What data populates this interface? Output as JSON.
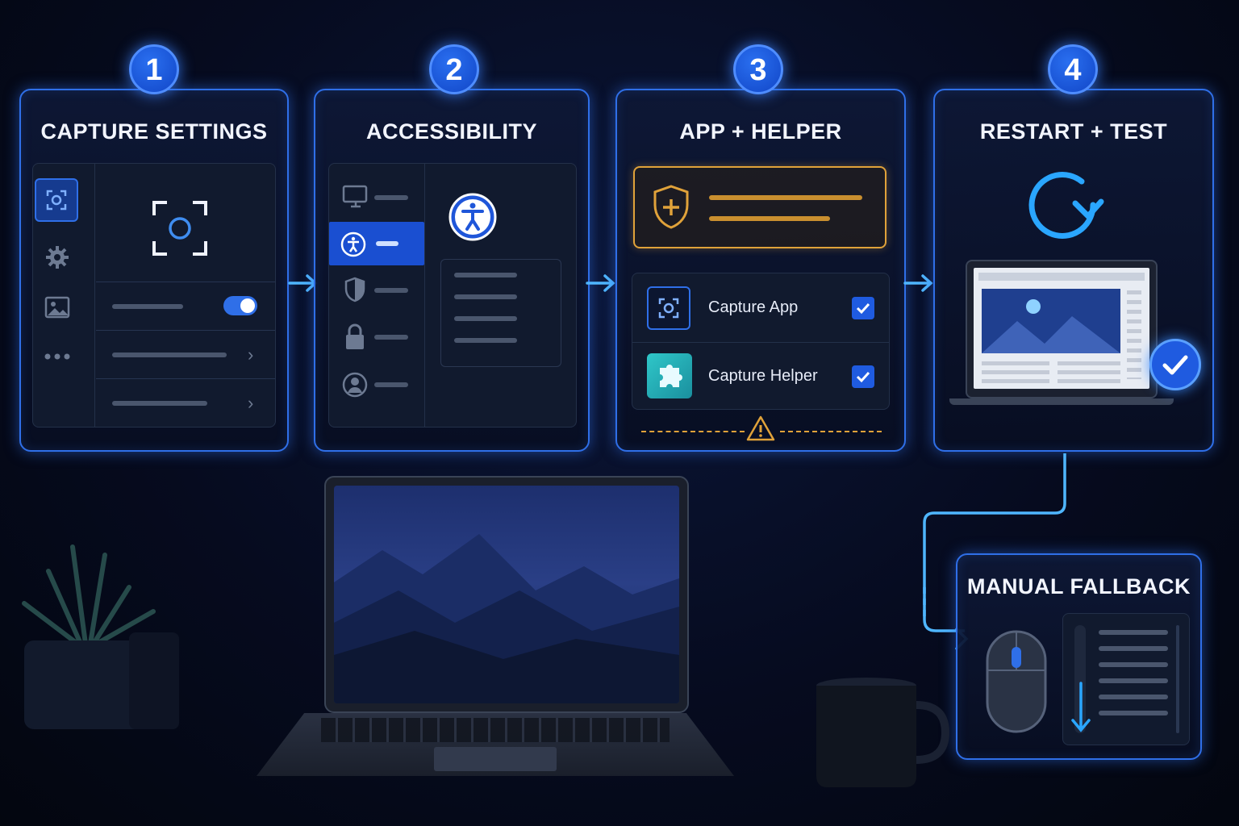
{
  "steps": [
    {
      "number": "1",
      "title": "CAPTURE SETTINGS"
    },
    {
      "number": "2",
      "title": "ACCESSIBILITY"
    },
    {
      "number": "3",
      "title": "APP + HELPER"
    },
    {
      "number": "4",
      "title": "RESTART + TEST"
    }
  ],
  "apps": [
    {
      "name": "Capture App",
      "checked": true,
      "icon": "capture-icon"
    },
    {
      "name": "Capture Helper",
      "checked": true,
      "icon": "puzzle-icon"
    }
  ],
  "fallback": {
    "title": "MANUAL FALLBACK"
  },
  "colors": {
    "accent": "#2f6fe8",
    "glow": "#3fa9ff",
    "warning": "#e0a23a",
    "check": "#1f5be0"
  }
}
